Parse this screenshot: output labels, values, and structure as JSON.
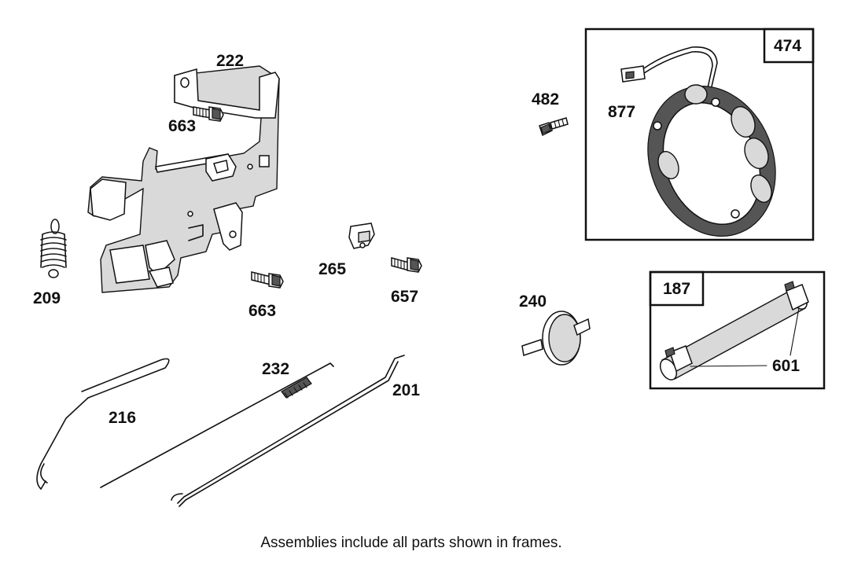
{
  "parts": {
    "p222": "222",
    "p663a": "663",
    "p663b": "663",
    "p209": "209",
    "p265": "265",
    "p657": "657",
    "p482": "482",
    "p877": "877",
    "p474": "474",
    "p240": "240",
    "p187": "187",
    "p601": "601",
    "p232": "232",
    "p201": "201",
    "p216": "216"
  },
  "caption": "Assemblies include all parts shown in frames."
}
